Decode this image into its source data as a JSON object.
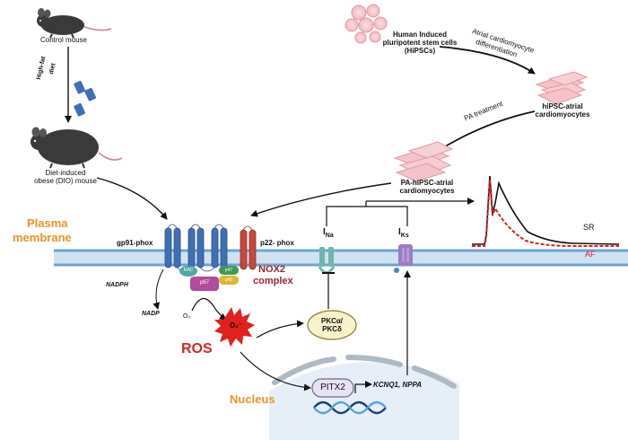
{
  "mice": {
    "control_label": "Control mouse",
    "diet_label_1": "High-fat",
    "diet_label_2": "diet",
    "dio_label_1": "Diet-induced",
    "dio_label_2": "obese (DIO) mouse"
  },
  "cells": {
    "hipsc_label_1": "Human Induced",
    "hipsc_label_2": "pluripotent stem cells",
    "hipsc_label_3": "(HiPSCs)",
    "diff_label_1": "Atrial cardiomyocyte",
    "diff_label_2": "differentiation",
    "atrial_label_1": "hiPSC-atrial",
    "atrial_label_2": "cardiomyocytes",
    "pa_treatment_label": "PA treatment",
    "pa_cm_label_1": "PA-hiPSC-atrial",
    "pa_cm_label_2": "cardiomyocytes"
  },
  "membrane": {
    "title_1": "Plasma",
    "title_2": "membrane",
    "gp91_label": "gp91-phox",
    "p22_label": "p22- phox",
    "nox2_label_1": "NOX2",
    "nox2_label_2": "complex",
    "rac_label": "RAC",
    "p47_label": "p47",
    "p67_label": "p67",
    "p40_label": "p40",
    "nadph_label": "NADPH",
    "nadp_label": "NADP",
    "o2_label": "O₂",
    "ros_label": "ROS",
    "o2_radical_label": "O₂⁻",
    "ina_main": "I",
    "ina_sub": "Na",
    "iks_main": "I",
    "iks_sub": "Ks",
    "pkc_label_1": "PKCα/",
    "pkc_label_2": "PKCδ"
  },
  "nucleus": {
    "title": "Nucleus",
    "pitx2_label": "PITX2",
    "targets_label": "KCNQ1, NPPA"
  },
  "trace": {
    "sr_label": "SR",
    "af_label": "AF"
  },
  "colors": {
    "orange_title": "#f29322",
    "ros_red": "#e2211c",
    "nox2_red": "#a4262c",
    "gp91_blue": "#3f6fb5",
    "p22_red": "#c8473c",
    "ina_teal": "#6ab7ad",
    "iks_purple": "#9b7bc2",
    "p67_magenta": "#b24a9e",
    "p47_green": "#3f9a56",
    "p40_yellow": "#e0b52a",
    "rac_teal": "#4fa8a4",
    "pkc_fill": "#f7f2c8",
    "nucleus_fill": "#e6eef8"
  }
}
